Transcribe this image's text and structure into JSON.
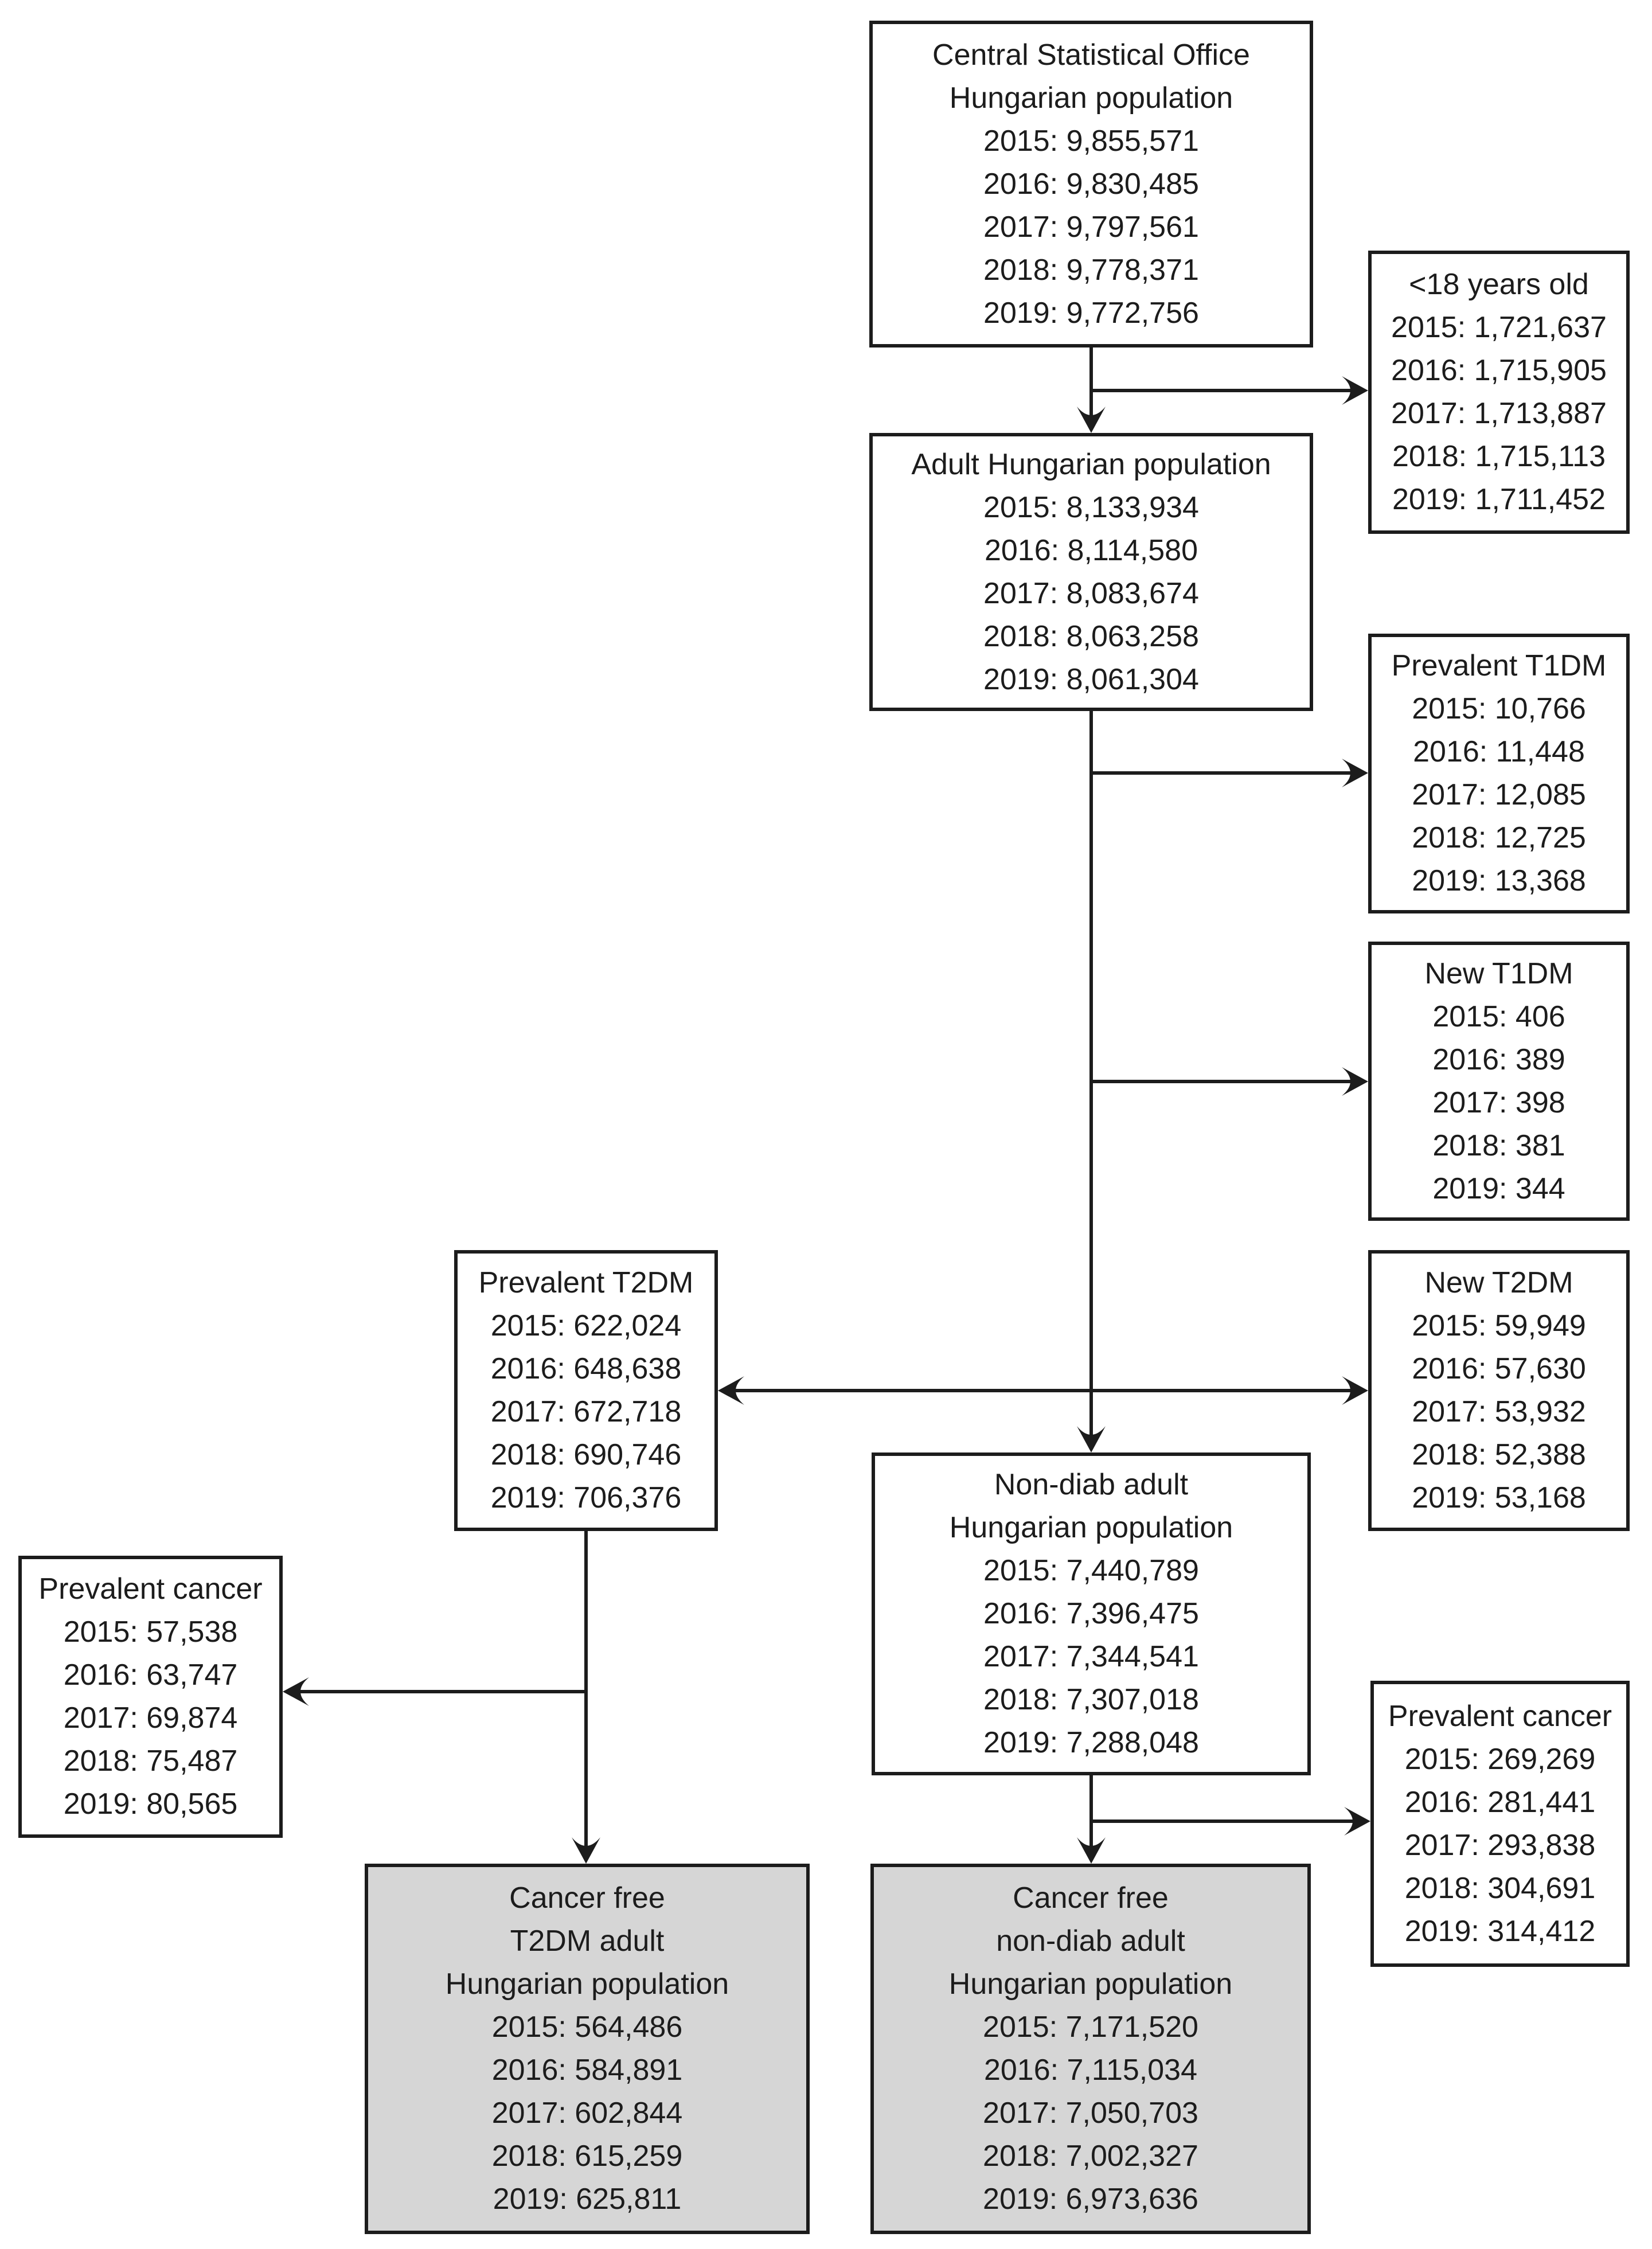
{
  "colors": {
    "ink": "#1c1c1c",
    "box_fill": "#ffffff",
    "shaded_box_fill": "#d6d6d6",
    "background": "#ffffff"
  },
  "boxes": {
    "cso": {
      "title_lines": [
        "Central Statistical Office",
        "Hungarian population"
      ],
      "values": [
        "2015: 9,855,571",
        "2016: 9,830,485",
        "2017: 9,797,561",
        "2018: 9,778,371",
        "2019: 9,772,756"
      ]
    },
    "under18": {
      "title_lines": [
        "<18 years old"
      ],
      "values": [
        "2015: 1,721,637",
        "2016: 1,715,905",
        "2017: 1,713,887",
        "2018: 1,715,113",
        "2019: 1,711,452"
      ]
    },
    "adult": {
      "title_lines": [
        "Adult Hungarian population"
      ],
      "values": [
        "2015: 8,133,934",
        "2016: 8,114,580",
        "2017: 8,083,674",
        "2018: 8,063,258",
        "2019: 8,061,304"
      ]
    },
    "prev_t1dm": {
      "title_lines": [
        "Prevalent T1DM"
      ],
      "values": [
        "2015: 10,766",
        "2016: 11,448",
        "2017: 12,085",
        "2018: 12,725",
        "2019: 13,368"
      ]
    },
    "new_t1dm": {
      "title_lines": [
        "New T1DM"
      ],
      "values": [
        "2015: 406",
        "2016: 389",
        "2017: 398",
        "2018: 381",
        "2019: 344"
      ]
    },
    "new_t2dm": {
      "title_lines": [
        "New T2DM"
      ],
      "values": [
        "2015: 59,949",
        "2016: 57,630",
        "2017: 53,932",
        "2018: 52,388",
        "2019: 53,168"
      ]
    },
    "prev_t2dm": {
      "title_lines": [
        "Prevalent T2DM"
      ],
      "values": [
        "2015: 622,024",
        "2016: 648,638",
        "2017: 672,718",
        "2018: 690,746",
        "2019: 706,376"
      ]
    },
    "non_diab": {
      "title_lines": [
        "Non-diab adult",
        "Hungarian population"
      ],
      "values": [
        "2015: 7,440,789",
        "2016: 7,396,475",
        "2017: 7,344,541",
        "2018: 7,307,018",
        "2019: 7,288,048"
      ]
    },
    "prev_cancer_t2dm": {
      "title_lines": [
        "Prevalent cancer"
      ],
      "values": [
        "2015: 57,538",
        "2016: 63,747",
        "2017: 69,874",
        "2018: 75,487",
        "2019: 80,565"
      ]
    },
    "prev_cancer_nondiab": {
      "title_lines": [
        "Prevalent cancer"
      ],
      "values": [
        "2015: 269,269",
        "2016: 281,441",
        "2017: 293,838",
        "2018: 304,691",
        "2019: 314,412"
      ]
    },
    "cancer_free_t2dm": {
      "title_lines": [
        "Cancer free",
        "T2DM adult",
        "Hungarian population"
      ],
      "values": [
        "2015: 564,486",
        "2016: 584,891",
        "2017: 602,844",
        "2018: 615,259",
        "2019: 625,811"
      ]
    },
    "cancer_free_nondiab": {
      "title_lines": [
        "Cancer free",
        "non-diab adult",
        "Hungarian population"
      ],
      "values": [
        "2015: 7,171,520",
        "2016: 7,115,034",
        "2017: 7,050,703",
        "2018: 7,002,327",
        "2019: 6,973,636"
      ]
    }
  }
}
